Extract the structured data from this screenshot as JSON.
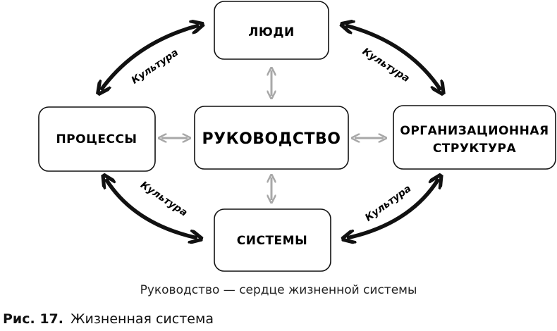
{
  "diagram": {
    "nodes": {
      "people": "ЛЮДИ",
      "processes": "ПРОЦЕССЫ",
      "leadership": "РУКОВОДСТВО",
      "org_line1": "ОРГАНИЗАЦИОННАЯ",
      "org_line2": "СТРУКТУРА",
      "systems": "СИСТЕМЫ"
    },
    "culture_labels": [
      "Культура",
      "Культура",
      "Культура",
      "Культура"
    ],
    "colors": {
      "box_border": "#111111",
      "culture_arrow": "#111111",
      "link_arrow": "#a8a8a8",
      "background": "#ffffff"
    }
  },
  "caption": "Руководство — сердце жизненной системы",
  "figure": {
    "label": "Рис. 17.",
    "title": "Жизненная система"
  }
}
